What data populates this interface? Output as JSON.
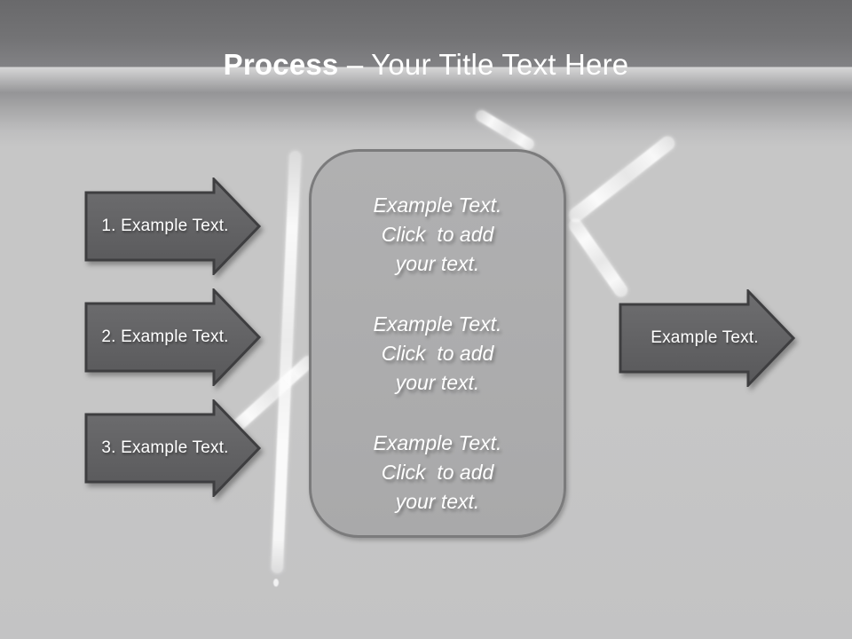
{
  "slide": {
    "title": {
      "bold": "Process",
      "rest": " – Your Title Text Here"
    },
    "left_arrows": [
      {
        "label": "1. Example Text."
      },
      {
        "label": "2. Example Text."
      },
      {
        "label": "3. Example Text."
      }
    ],
    "right_arrow": {
      "label": "Example Text."
    },
    "center_box": {
      "paragraphs": [
        "Example Text.\nClick  to add\nyour text.",
        "Example Text.\nClick  to add\nyour text.",
        "Example Text.\nClick  to add\nyour text."
      ]
    },
    "colors": {
      "header_gradient_top": "#69696b",
      "body_background": "#c6c6c6",
      "arrow_fill": "#636365",
      "arrow_border": "#3e3e40",
      "box_fill": "#adadae",
      "box_border": "#7b7b7c",
      "text_white": "#ffffff",
      "chalk_white": "#ffffff"
    }
  }
}
